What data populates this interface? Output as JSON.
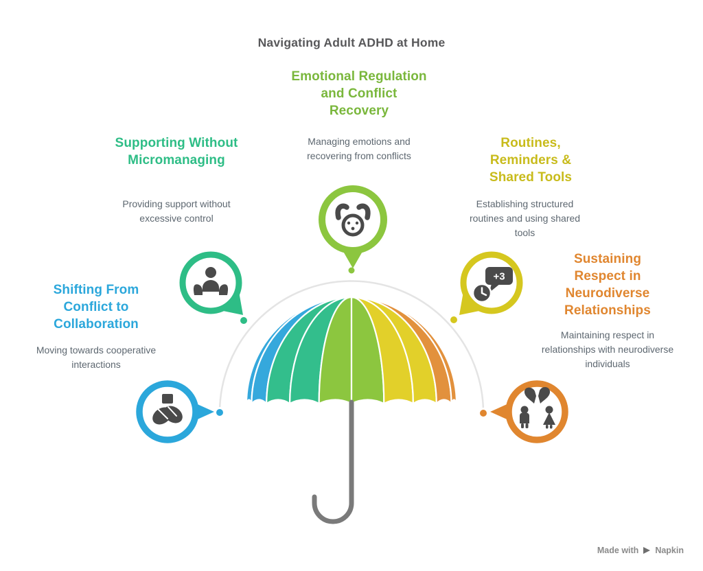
{
  "title": "Navigating Adult ADHD at Home",
  "topics": {
    "emotional": {
      "heading": "Emotional Regulation and Conflict Recovery",
      "description": "Managing emotions and recovering from conflicts",
      "color": "#7AB73C",
      "ring_color": "#8CC63F",
      "icon": "relieved-face-with-hands"
    },
    "supporting": {
      "heading": "Supporting Without Micromanaging",
      "description": "Providing support without excessive control",
      "color": "#2EBD86",
      "ring_color": "#2EBD86",
      "icon": "hands-supporting-person"
    },
    "routines": {
      "heading": "Routines, Reminders & Shared Tools",
      "description": "Establishing structured routines and using shared tools",
      "color": "#C8BB1B",
      "ring_color": "#D5C71F",
      "badge": "+3",
      "icon": "clock-with-reminder-bubble"
    },
    "shifting": {
      "heading": "Shifting From Conflict to Collaboration",
      "description": "Moving towards cooperative interactions",
      "color": "#2BA7DB",
      "ring_color": "#2BA7DB",
      "icon": "clasped-hands"
    },
    "sustaining": {
      "heading": "Sustaining Respect in Neurodiverse Relationships",
      "description": "Maintaining respect in relationships with neurodiverse individuals",
      "color": "#E0862F",
      "ring_color": "#E0862F",
      "icon": "two-people-broken-heart"
    }
  },
  "umbrella": {
    "panel_colors": [
      "#35A8DC",
      "#35A8DC",
      "#33BE8C",
      "#33BE8C",
      "#8CC63F",
      "#8CC63F",
      "#E2D02A",
      "#E2D02A",
      "#E2913D",
      "#E2913D"
    ],
    "handle_color": "#7A7A7A"
  },
  "arc_color": "#E4E4E4",
  "icon_color": "#4A4A4A",
  "text_colors": {
    "title_gray": "#58585A",
    "body_gray": "#5D6770"
  },
  "watermark": {
    "made_with": "Made with",
    "brand": "Napkin"
  }
}
